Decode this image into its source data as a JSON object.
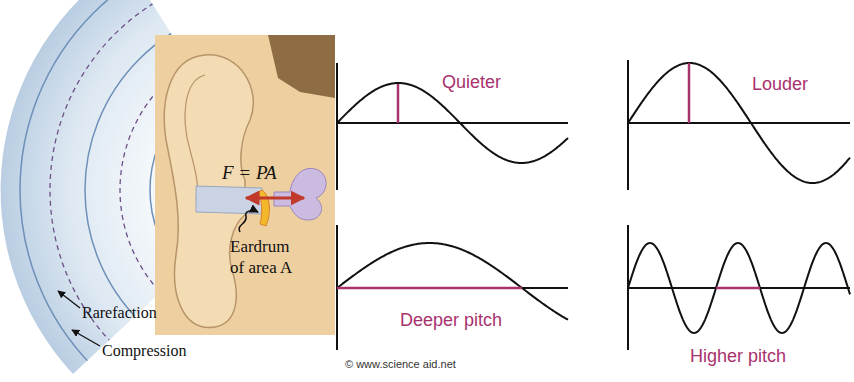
{
  "diagram": {
    "labels": [
      "F = PA",
      "Eardrum of area A",
      "Rarefaction",
      "Compression",
      "Quieter",
      "Louder",
      "Deeper pitch",
      "Higher pitch",
      "© www.science aid.net"
    ]
  }
}
